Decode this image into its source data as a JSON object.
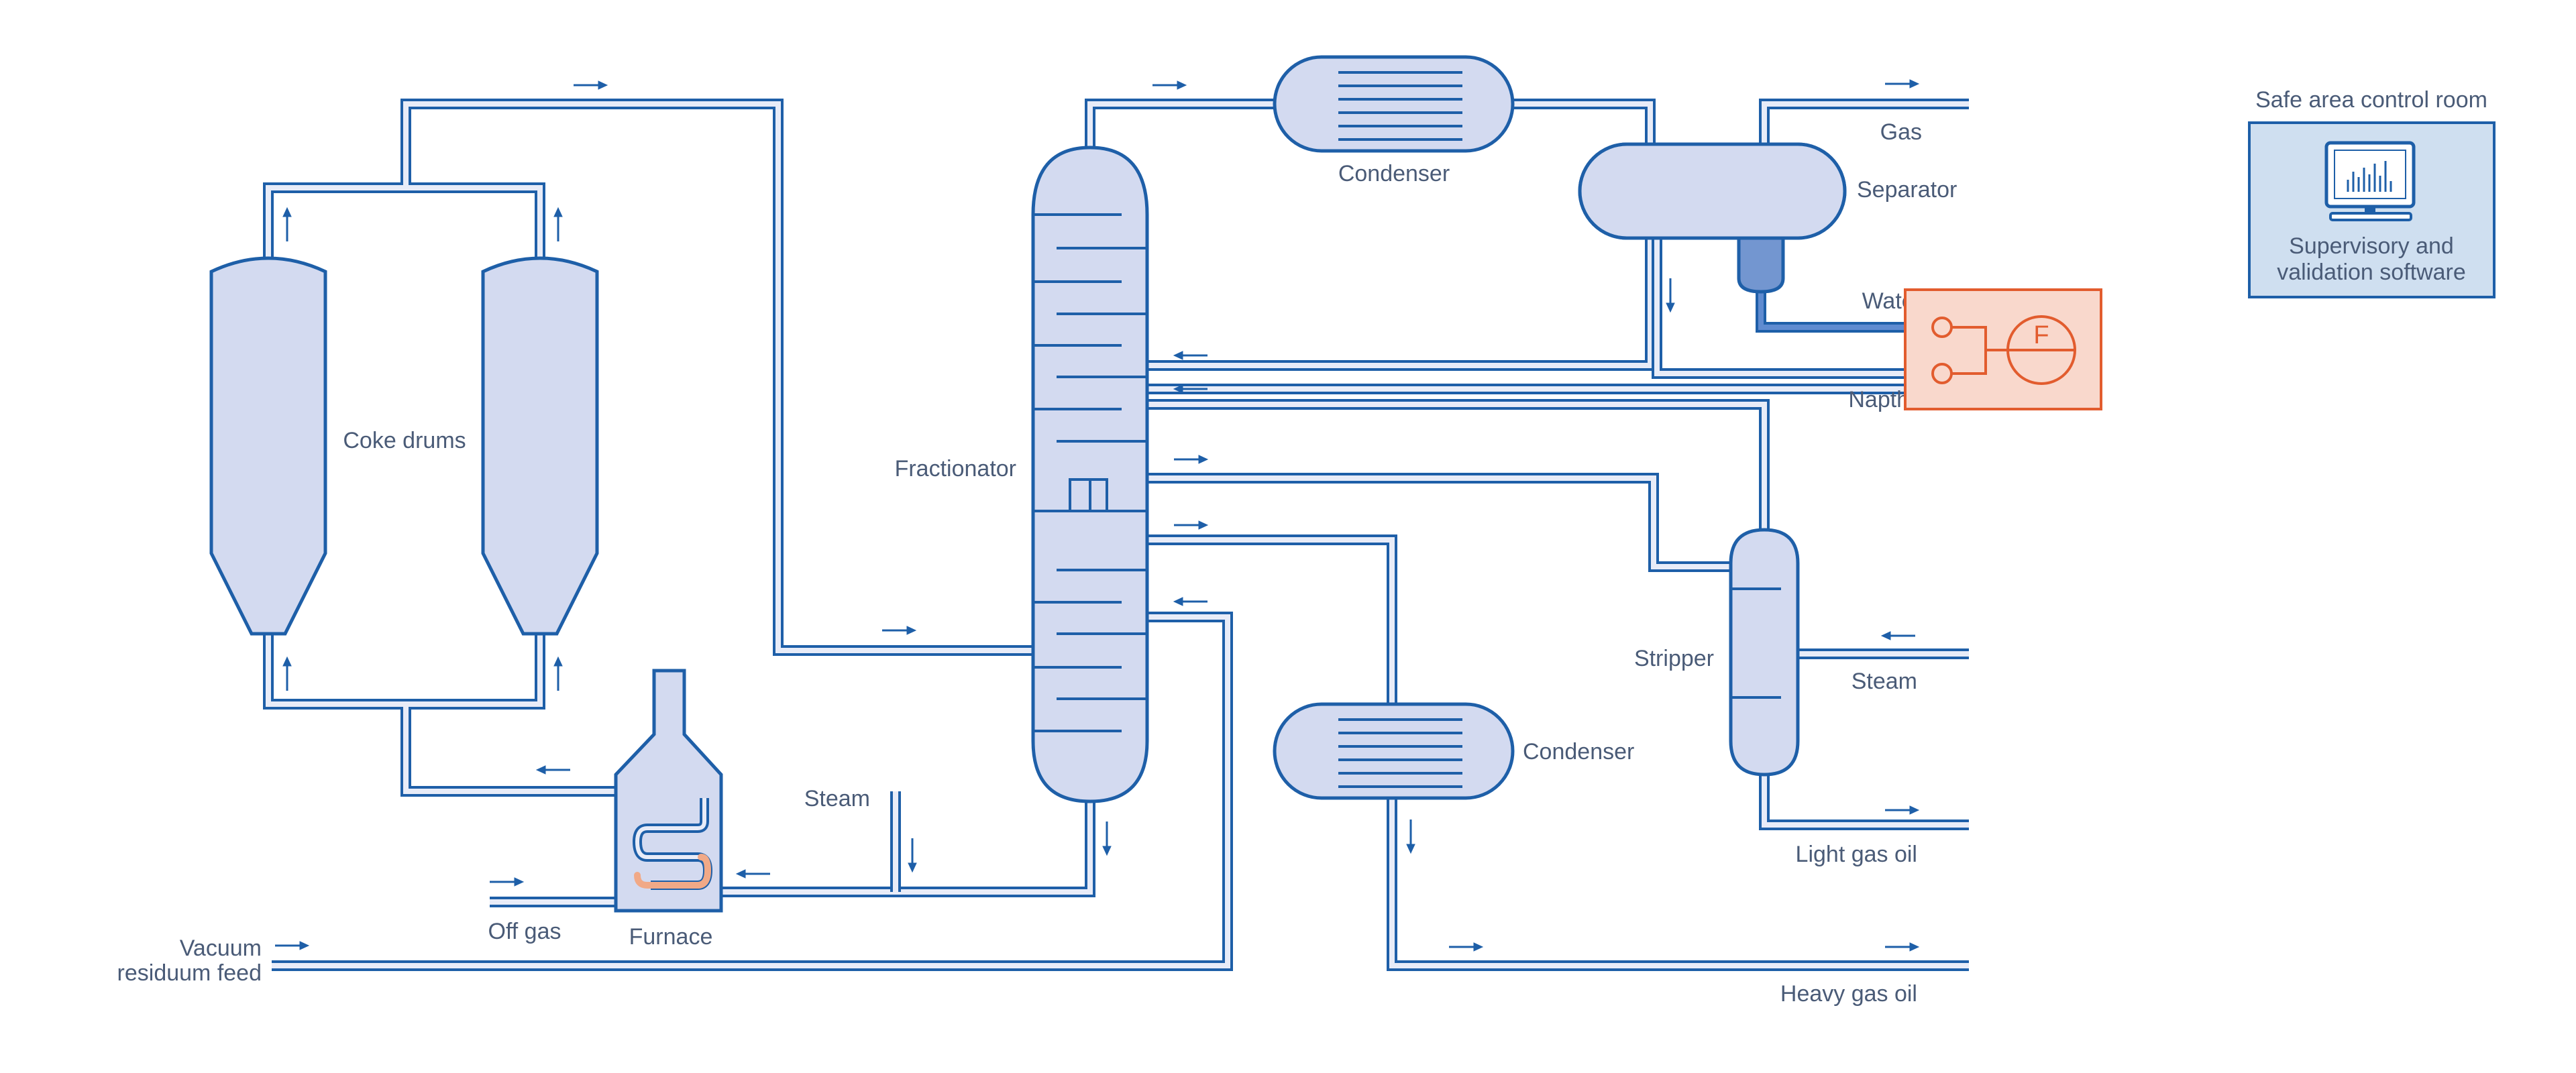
{
  "colors": {
    "pipe": "#1e5fa8",
    "pipe_fill": "#e8ecf8",
    "vessel_fill": "#d3daf0",
    "liquid": "#a4b4e0",
    "liquid_dark": "#7396d0",
    "instrument": "#e25c2e",
    "instrument_fill": "#f9d8cc",
    "control_room_fill": "#cfdff0",
    "text": "#4a5b77"
  },
  "labels": {
    "coke_drums": "Coke drums",
    "fractionator": "Fractionator",
    "condenser_top": "Condenser",
    "condenser_bottom": "Condenser",
    "separator": "Separator",
    "gas": "Gas",
    "water": "Water",
    "naptha": "Naptha",
    "stripper": "Stripper",
    "steam_right": "Steam",
    "light_gas_oil": "Light gas oil",
    "heavy_gas_oil": "Heavy gas oil",
    "steam_left": "Steam",
    "off_gas": "Off gas",
    "furnace": "Furnace",
    "vacuum_feed_line1": "Vacuum",
    "vacuum_feed_line2": "residuum feed"
  },
  "instrument": {
    "symbol": "F"
  },
  "control_room": {
    "title": "Safe area control room",
    "software_line1": "Supervisory and",
    "software_line2": "validation software",
    "icon": "monitor-chart-icon"
  }
}
